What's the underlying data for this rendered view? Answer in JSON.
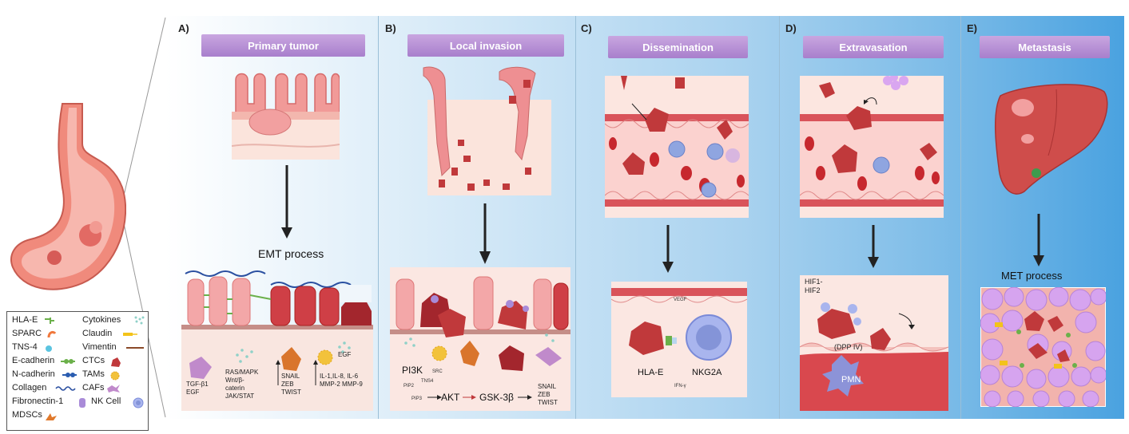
{
  "panels": [
    {
      "letter": "A)",
      "title": "Primary tumor"
    },
    {
      "letter": "B)",
      "title": "Local invasion"
    },
    {
      "letter": "C)",
      "title": "Dissemination"
    },
    {
      "letter": "D)",
      "title": "Extravasation"
    },
    {
      "letter": "E)",
      "title": "Metastasis"
    }
  ],
  "panel_a": {
    "process": "EMT process",
    "egf": "EGF",
    "factors_1": "TGF-β1\nEGF",
    "factors_2": "RAS/MAPK\nWnt/β-\ncaterin\nJAK/STAT",
    "factors_3": "SNAIL\nZEB\nTWIST",
    "factors_4": "IL-1,IL-8, IL-6\nMMP-2 MMP-9"
  },
  "panel_b": {
    "pi3k": "PI3K",
    "src": "SRC",
    "pip2": "PIP2",
    "tns4": "TNS4",
    "pip3": "PIP3",
    "akt": "AKT",
    "gsk": "GSK-3β",
    "factors": "SNAIL\nZEB\nTWIST"
  },
  "panel_c": {
    "vegf": "VEGF",
    "hla": "HLA-E",
    "nkg": "NKG2A",
    "ifn": "IFN-γ"
  },
  "panel_d": {
    "hif": "HIF1-\nHIF2",
    "dpp": "(DPP IV)",
    "pmn": "PMN"
  },
  "panel_e": {
    "process": "MET process"
  },
  "legend": {
    "left": [
      "HLA-E",
      "SPARC",
      "TNS-4",
      "E-cadherin",
      "N-cadherin",
      "Collagen",
      "Fibronectin-1",
      "MDSCs"
    ],
    "right": [
      "Cytokines",
      "Claudin",
      "Vimentin",
      "CTCs",
      "TAMs",
      "CAFs",
      "NK Cell"
    ]
  },
  "colors": {
    "title_purple": "#a87fcc",
    "tissue_pink": "#f0a8a8",
    "tumor_red": "#c0393b",
    "vessel_red": "#d9535a",
    "panel_blue": "#4aa2e0"
  }
}
